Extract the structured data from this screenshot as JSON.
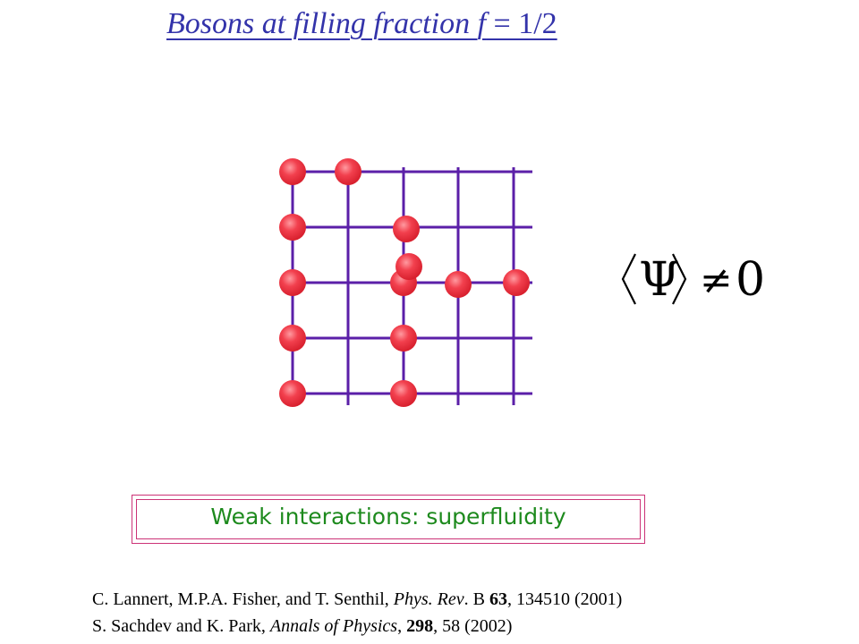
{
  "title": {
    "main": "Bosons at filling fraction ",
    "var": "f",
    "rel": " = 1/2"
  },
  "formula": {
    "psi": "Ψ",
    "neq": "≠",
    "zero": "0"
  },
  "box": {
    "text": "Weak interactions: superfluidity"
  },
  "references": [
    {
      "pre": "C. Lannert, M.P.A. Fisher, and T. Senthil, ",
      "journal": "Phys. Rev",
      "mid": ". B ",
      "vol": "63",
      "post": ", 134510 (2001)"
    },
    {
      "pre": "S. Sachdev and K. Park, ",
      "journal": "Annals of Physics",
      "mid": ", ",
      "vol": "298",
      "post": ", 58 (2002)"
    }
  ],
  "colors": {
    "lattice": "#5b1fa8",
    "boson": "#ee3344",
    "title": "#3333aa",
    "box_border": "#cc3377",
    "box_text": "#1d8a1d"
  }
}
